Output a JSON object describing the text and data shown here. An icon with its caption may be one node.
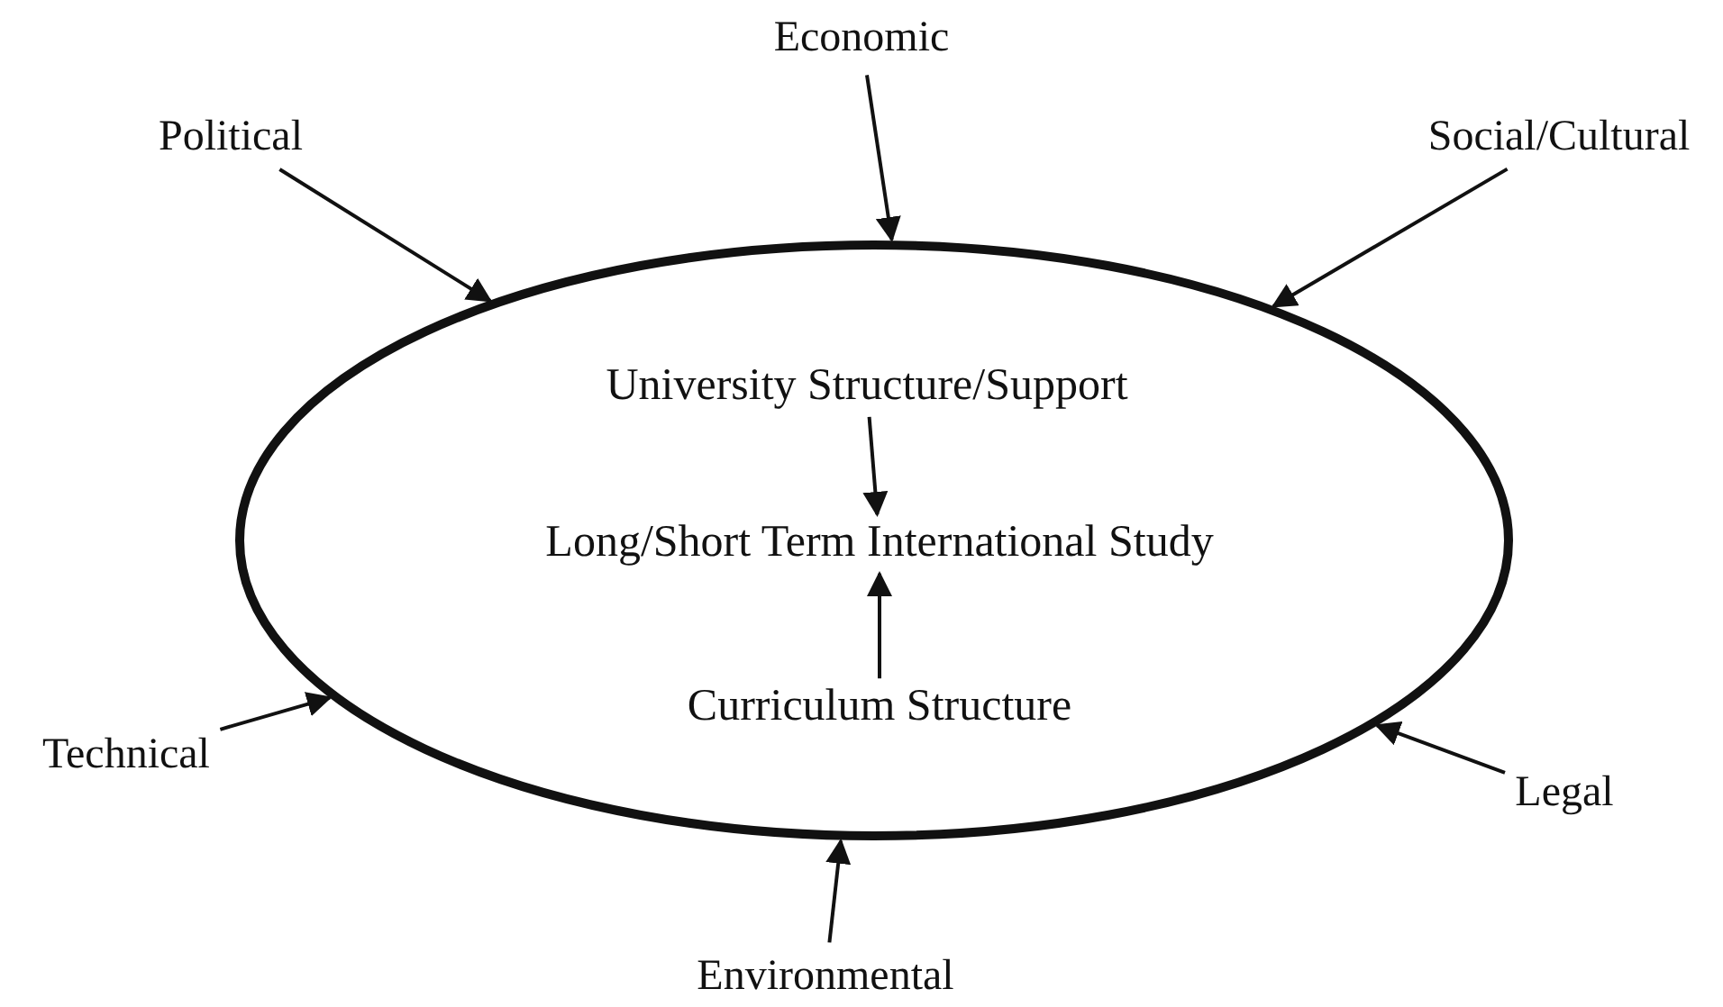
{
  "diagram": {
    "nodes": [
      {
        "text": [],
        "shape": "ellipse"
      },
      {
        "text": [
          "University Structure/Support"
        ],
        "in": 0
      },
      {
        "text": [
          "Long/Short Term International Study"
        ],
        "in": 0
      },
      {
        "text": [
          "Curriculum Structure"
        ],
        "in": 0
      },
      {
        "text": [
          "Political"
        ]
      },
      {
        "text": [
          "Economic"
        ]
      },
      {
        "text": [
          "Social/Cultural"
        ]
      },
      {
        "text": [
          "Technical"
        ]
      },
      {
        "text": [
          "Legal"
        ]
      },
      {
        "text": [
          "Environmental"
        ]
      }
    ],
    "edges": [
      {
        "from": 1,
        "to": 2,
        "arrow": "to"
      },
      {
        "from": 3,
        "to": 2,
        "arrow": "to"
      },
      {
        "from": 4,
        "to": 0,
        "arrow": "to"
      },
      {
        "from": 5,
        "to": 0,
        "arrow": "to"
      },
      {
        "from": 6,
        "to": 0,
        "arrow": "to"
      },
      {
        "from": 7,
        "to": 0,
        "arrow": "to"
      },
      {
        "from": 8,
        "to": 0,
        "arrow": "to"
      },
      {
        "from": 9,
        "to": 0,
        "arrow": "to"
      }
    ]
  }
}
